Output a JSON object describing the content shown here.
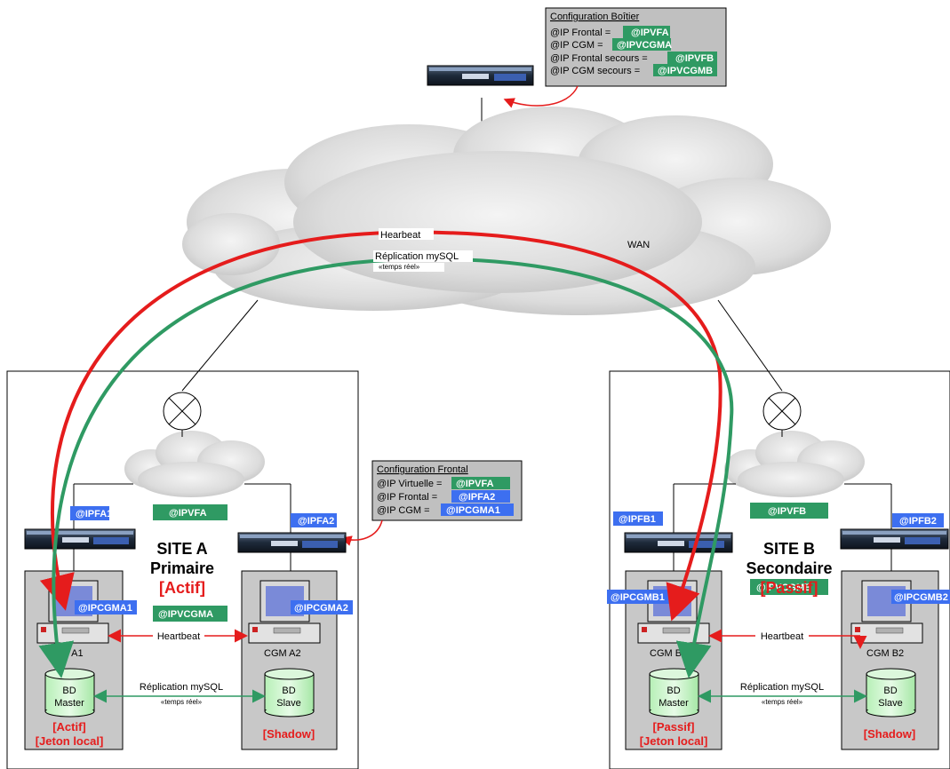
{
  "wan_cloud": {
    "label": "WAN",
    "heartbeat_label": "Hearbeat",
    "replication_label": "Réplication mySQL",
    "replication_sub": "«temps réel»"
  },
  "config_box": {
    "title": "Configuration Boîtier",
    "rows": [
      {
        "label": "@IP Frontal =",
        "value": "@IPVFA"
      },
      {
        "label": "@IP CGM =",
        "value": "@IPVCGMA"
      },
      {
        "label": "@IP Frontal secours =",
        "value": "@IPVFB"
      },
      {
        "label": "@IP CGM secours =",
        "value": "@IPVCGMB"
      }
    ]
  },
  "config_frontal": {
    "title": "Configuration Frontal",
    "rows": [
      {
        "label": "@IP Virtuelle =",
        "value": "@IPVFA"
      },
      {
        "label": "@IP Frontal =",
        "value": "@IPFA2"
      },
      {
        "label": "@IP CGM =",
        "value": "@IPCGMA1"
      }
    ]
  },
  "site_a": {
    "title": "SITE A",
    "role": "Primaire",
    "state": "[Actif]",
    "ip_fa1": "@IPFA1",
    "ip_vfa": "@IPVFA",
    "ip_fa2": "@IPFA2",
    "ip_cgma1": "@IPCGMA1",
    "ip_cgma2": "@IPCGMA2",
    "ip_vcgma": "@IPVCGMA",
    "heartbeat": "Heartbeat",
    "cgm1": "CGM A1",
    "cgm2": "CGM A2",
    "db1_line1": "BD",
    "db1_line2": "Master",
    "db2_line1": "BD",
    "db2_line2": "Slave",
    "replication": "Réplication mySQL",
    "replication_sub": "«temps réel»",
    "state1_a": "[Actif]",
    "state1_b": "[Jeton local]",
    "state2": "[Shadow]"
  },
  "site_b": {
    "title": "SITE B",
    "role": "Secondaire",
    "state": "[Passif]",
    "ip_fb1": "@IPFB1",
    "ip_vfb": "@IPVFB",
    "ip_fb2": "@IPFB2",
    "ip_cgmb1": "@IPCGMB1",
    "ip_cgmb2": "@IPCGMB2",
    "ip_vcgmb": "@IPVCGMB",
    "heartbeat": "Heartbeat",
    "cgm1": "CGM B1",
    "cgm2": "CGM B2",
    "db1_line1": "BD",
    "db1_line2": "Master",
    "db2_line1": "BD",
    "db2_line2": "Slave",
    "replication": "Réplication mySQL",
    "replication_sub": "«temps réel»",
    "state1_a": "[Passif]",
    "state1_b": "[Jeton local]",
    "state2": "[Shadow]"
  },
  "colors": {
    "heartbeat": "#e51c1c",
    "replication": "#2f9a63",
    "ip_tag": "#3d6ff0",
    "virtual_ip_tag": "#2f9a63",
    "config_bg": "#c0c0c0",
    "rack_bg": "#c8c8c8"
  }
}
